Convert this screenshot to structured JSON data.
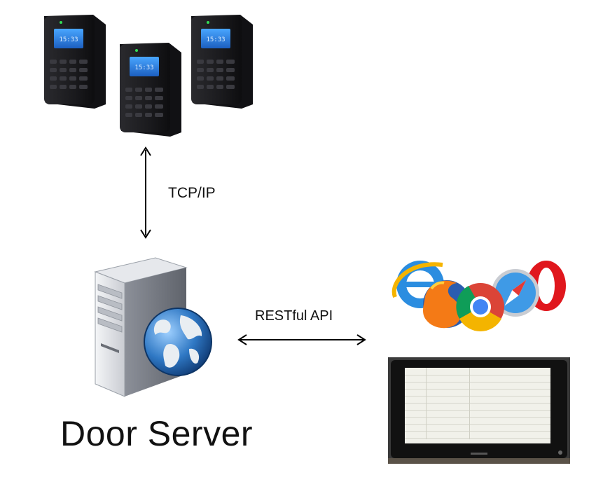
{
  "diagram": {
    "edge_labels": {
      "tcp": "TCP/IP",
      "rest": "RESTful API"
    },
    "nodes": {
      "server": "Door Server"
    },
    "icons": {
      "devices": "access-control-terminal-icon",
      "server": "server-with-globe-icon",
      "browsers": [
        "internet-explorer-icon",
        "firefox-icon",
        "chrome-icon",
        "safari-icon",
        "opera-icon"
      ],
      "tablet": "tablet-display-icon"
    },
    "colors": {
      "device_body": "#1e1e22",
      "device_screen": "#1c6fd1",
      "server_body": "#d9dbe0",
      "globe": "#2a6fb8",
      "arrow": "#000000"
    }
  }
}
